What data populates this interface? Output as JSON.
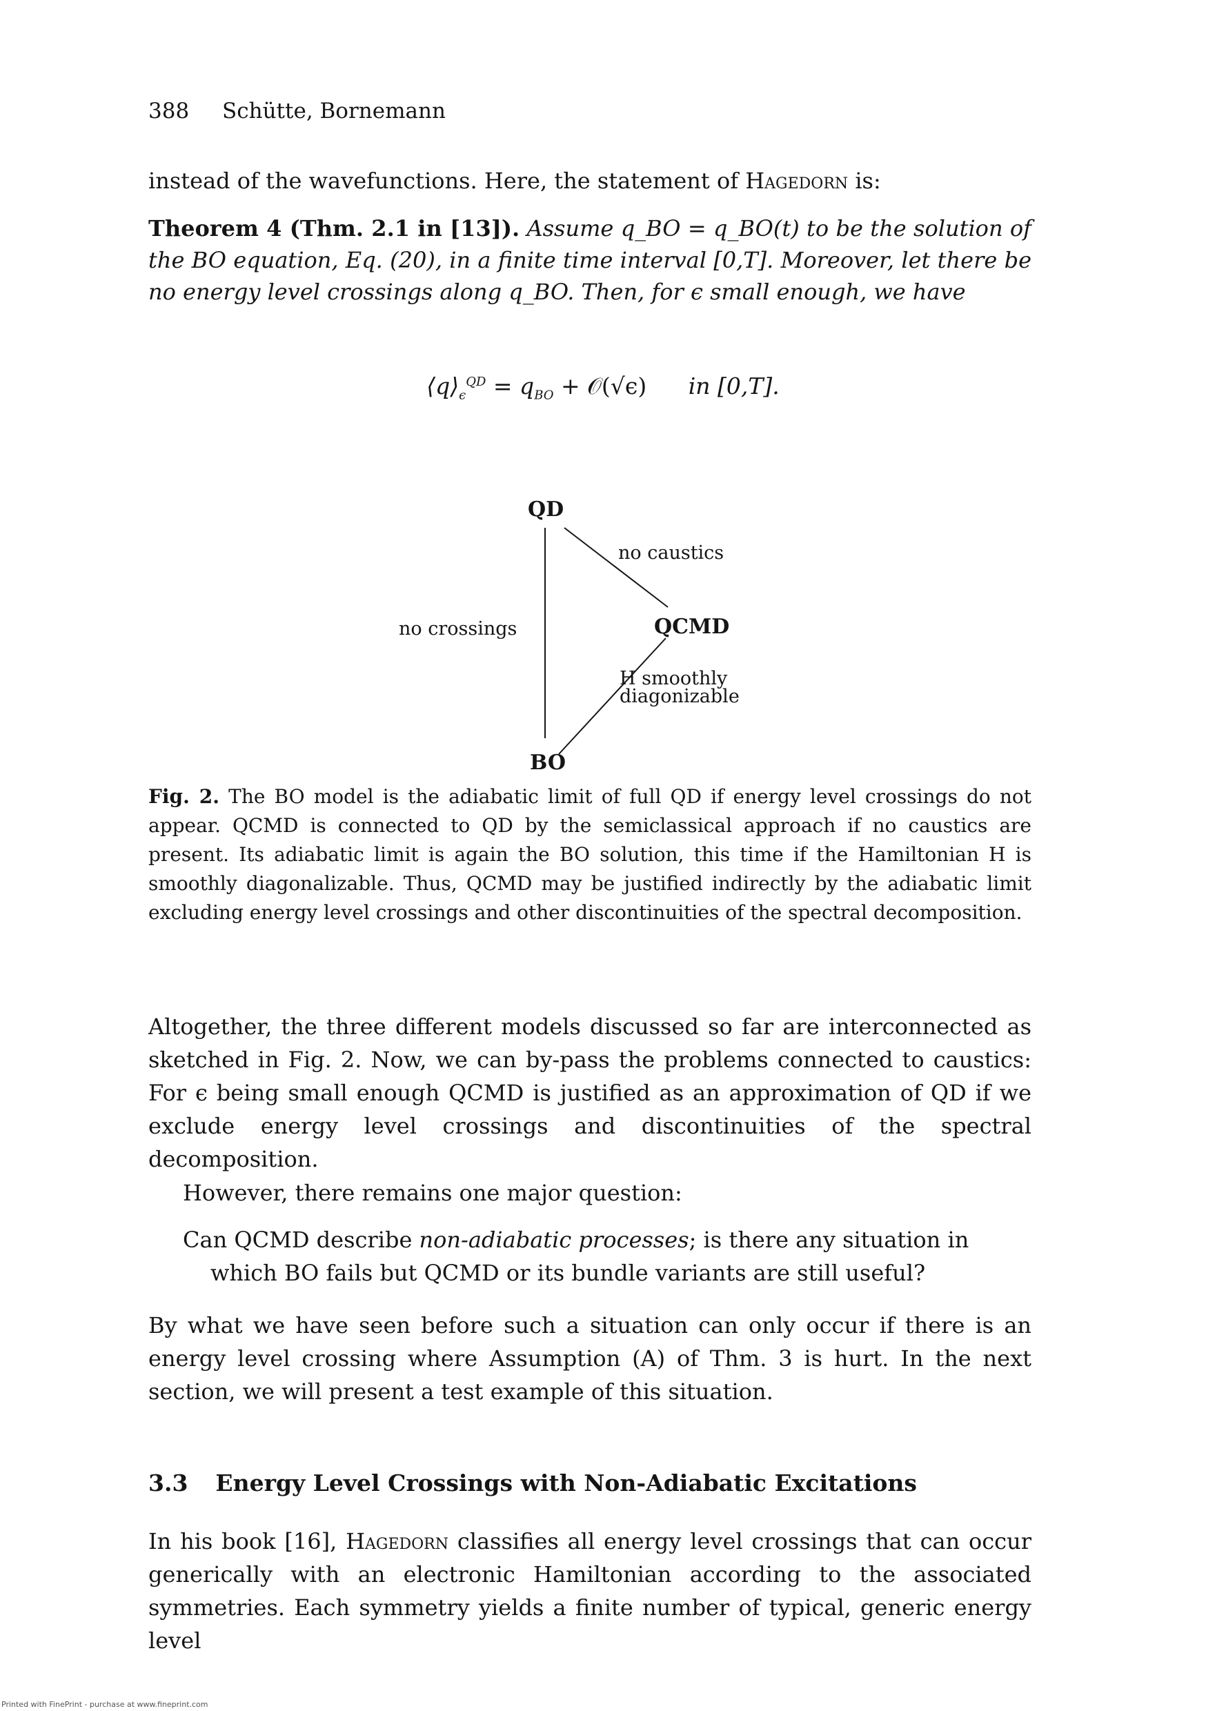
{
  "header": {
    "page_number": "388",
    "authors": "Schütte, Bornemann"
  },
  "intro": {
    "text_before": "instead of the wavefunctions. Here, the statement of ",
    "name": "Hagedorn",
    "text_after": " is:"
  },
  "theorem": {
    "head": "Theorem 4 (Thm. 2.1 in [13]).",
    "body": "Assume q_BO = q_BO(t) to be the solution of the BO equation, Eq. (20), in a finite time interval [0,T]. Moreover, let there be no energy level crossings along q_BO. Then, for ϵ small enough, we have",
    "formula_lhs": "⟨q⟩",
    "formula_sub": "ϵ",
    "formula_sup": "QD",
    "formula_eq": " = q",
    "formula_bo": "BO",
    "formula_rhs": " + 𝒪(√ϵ)",
    "formula_tail": "in [0,T]."
  },
  "figure": {
    "nodes": {
      "qd": "QD",
      "qcmd": "QCMD",
      "bo": "BO"
    },
    "edges": {
      "qd_qcmd": "no caustics",
      "qd_bo": "no crossings",
      "qcmd_bo_line1": "H smoothly",
      "qcmd_bo_line2": "diagonizable"
    },
    "caption_label": "Fig. 2.",
    "caption_text": " The BO model is the adiabatic limit of full QD if energy level crossings do not appear. QCMD is connected to QD by the semiclassical approach if no caustics are present. Its adiabatic limit is again the BO solution, this time if the Hamiltonian H is smoothly diagonalizable. Thus, QCMD may be justified indirectly by the adiabatic limit excluding energy level crossings and other discontinuities of the spectral decomposition."
  },
  "body": {
    "para1": "Altogether, the three different models discussed so far are interconnected as sketched in Fig. 2. Now, we can by-pass the problems connected to caustics: For ϵ being small enough QCMD is justified as an approximation of QD if we exclude energy level crossings and discontinuities of the spectral decomposition.",
    "para2": "However, there remains one major question:",
    "quote_line1_a": "Can QCMD describe ",
    "quote_line1_em": "non-adiabatic processes",
    "quote_line1_b": "; is there any situation in",
    "quote_line2": "which BO fails but QCMD or its bundle variants are still useful?",
    "para3": "By what we have seen before such a situation can only occur if there is an energy level crossing where Assumption (A) of Thm. 3 is hurt. In the next section, we will present a test example of this situation."
  },
  "section": {
    "number": "3.3",
    "title": "Energy Level Crossings with Non-Adiabatic Excitations"
  },
  "last": {
    "text_a": "In his book [16], ",
    "name": "Hagedorn",
    "text_b": " classifies all energy level crossings that can occur generically with an electronic Hamiltonian according to the associated symmetries. Each symmetry yields a finite number of typical, generic energy level"
  },
  "footer": "Printed with FinePrint - purchase at www.fineprint.com"
}
